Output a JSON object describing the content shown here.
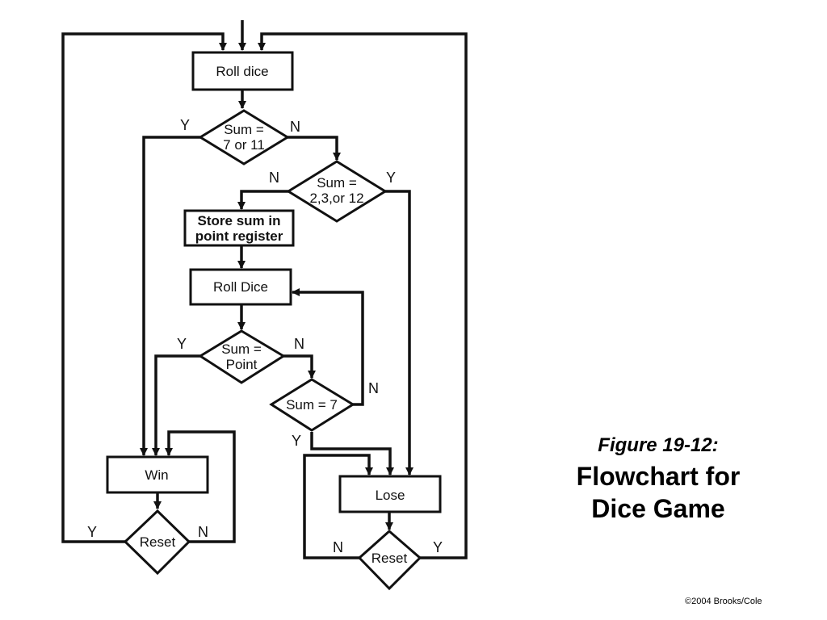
{
  "caption": {
    "label": "Figure 19-12:",
    "title_line1": "Flowchart for",
    "title_line2": "Dice Game"
  },
  "copyright": "©2004 Brooks/Cole",
  "nodes": {
    "roll_dice_1": [
      "Roll dice"
    ],
    "decision_7_or_11": [
      "Sum =",
      "7 or 11"
    ],
    "decision_2_3_12": [
      "Sum =",
      "2,3,or 12"
    ],
    "store_point": [
      "Store sum in",
      "point register"
    ],
    "roll_dice_2": [
      "Roll Dice"
    ],
    "decision_point": [
      "Sum =",
      "Point"
    ],
    "decision_7": [
      "Sum = 7"
    ],
    "win": [
      "Win"
    ],
    "lose": [
      "Lose"
    ],
    "reset_win": [
      "Reset"
    ],
    "reset_lose": [
      "Reset"
    ]
  },
  "edge_labels": {
    "y": "Y",
    "n": "N"
  }
}
